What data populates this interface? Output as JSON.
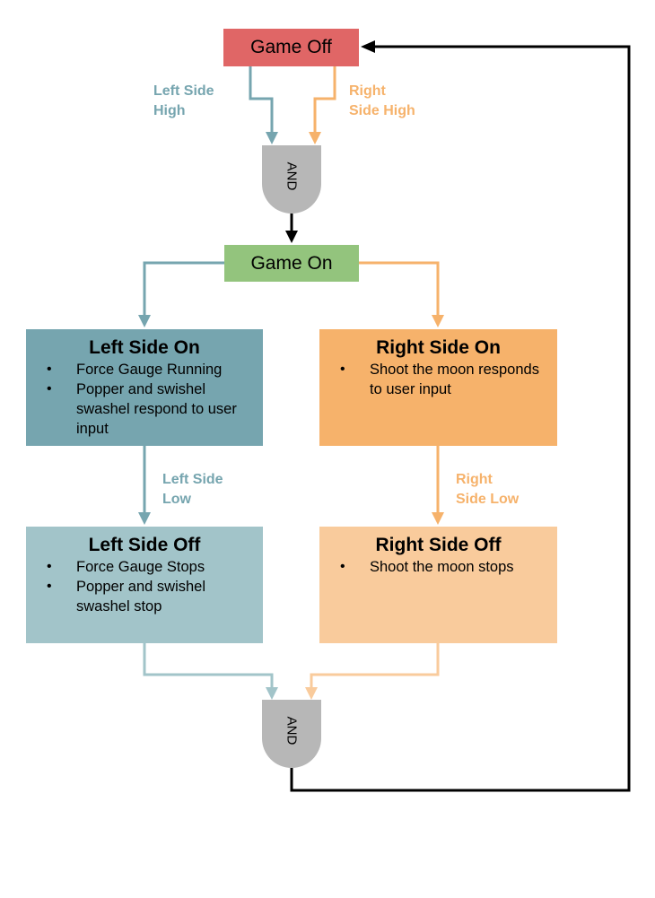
{
  "colors": {
    "game_off": "#e06666",
    "game_on": "#93c47d",
    "left_on": "#76a5af",
    "left_off": "#a2c4c9",
    "right_on": "#f6b26b",
    "right_off": "#f9cb9c",
    "gate": "#b7b7b7",
    "line_dark": "#000000"
  },
  "nodes": {
    "game_off": "Game Off",
    "game_on": "Game On",
    "gate_top": "AND",
    "gate_bottom": "AND",
    "left_on": {
      "title": "Left Side On",
      "items": [
        "Force Gauge Running",
        "Popper and swishel swashel respond to user input"
      ]
    },
    "right_on": {
      "title": "Right Side On",
      "items": [
        "Shoot the moon responds to user input"
      ]
    },
    "left_off": {
      "title": "Left Side Off",
      "items": [
        "Force Gauge Stops",
        "Popper and swishel swashel stop"
      ]
    },
    "right_off": {
      "title": "Right Side Off",
      "items": [
        "Shoot the moon stops"
      ]
    }
  },
  "edges": {
    "left_high": [
      "Left Side",
      "High"
    ],
    "right_high": [
      "Right",
      "Side High"
    ],
    "left_low": [
      "Left Side",
      "Low"
    ],
    "right_low": [
      "Right",
      "Side Low"
    ]
  }
}
